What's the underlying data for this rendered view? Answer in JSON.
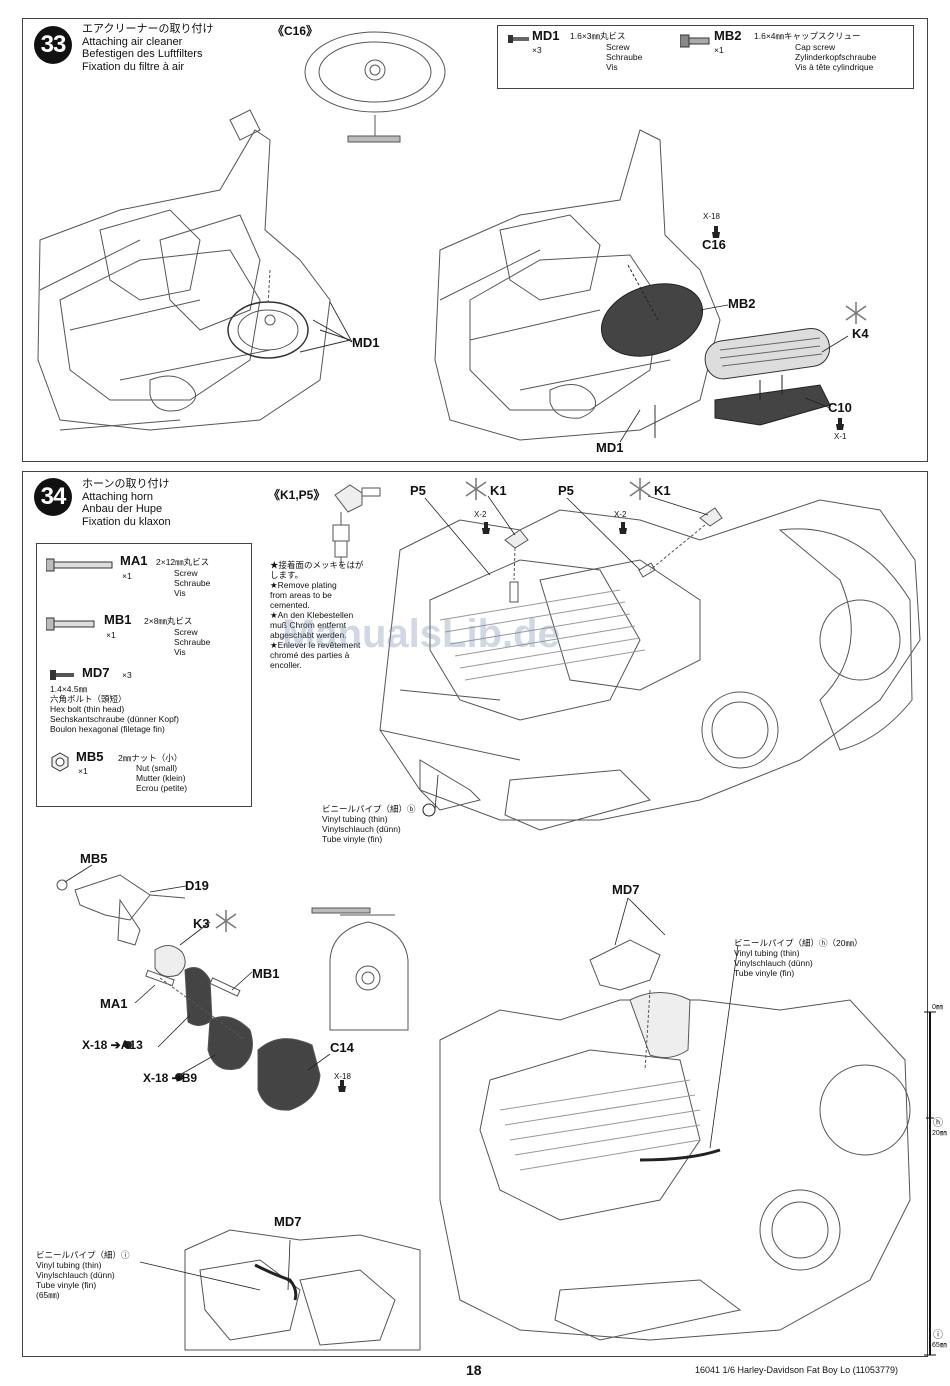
{
  "step33": {
    "number": "33",
    "title_jp": "エアクリーナーの取り付け",
    "title_en": "Attaching air cleaner",
    "title_de": "Befestigen des Luftfilters",
    "title_fr": "Fixation du filtre à air",
    "inset_label": "《C16》",
    "parts": [
      {
        "code": "MD1",
        "spec": "1.6×3㎜丸ビス",
        "qty": "×3",
        "en": "Screw",
        "de": "Schraube",
        "fr": "Vis"
      },
      {
        "code": "MB2",
        "spec": "1.6×4㎜キャップスクリュー",
        "qty": "×1",
        "en": "Cap screw",
        "de": "Zylinderkopfschraube",
        "fr": "Vis à tête cylindrique"
      }
    ],
    "labels": {
      "md1_left": "MD1",
      "x18": "X-18",
      "c16": "C16",
      "mb2": "MB2",
      "k4": "K4",
      "c10": "C10",
      "x1": "X-1",
      "md1_right": "MD1"
    }
  },
  "step34": {
    "number": "34",
    "title_jp": "ホーンの取り付け",
    "title_en": "Attaching horn",
    "title_de": "Anbau der Hupe",
    "title_fr": "Fixation du klaxon",
    "inset_label": "《K1,P5》",
    "parts": [
      {
        "code": "MA1",
        "spec": "2×12㎜丸ビス",
        "qty": "×1",
        "en": "Screw",
        "de": "Schraube",
        "fr": "Vis"
      },
      {
        "code": "MB1",
        "spec": "2×8㎜丸ビス",
        "qty": "×1",
        "en": "Screw",
        "de": "Schraube",
        "fr": "Vis"
      },
      {
        "code": "MD7",
        "spec": "1.4×4.5㎜",
        "qty": "×3",
        "jp": "六角ボルト（頭短）",
        "en": "Hex bolt (thin head)",
        "de": "Sechskantschraube (dünner Kopf)",
        "fr": "Boulon hexagonal (filetage fin)"
      },
      {
        "code": "MB5",
        "spec": "2㎜ナット（小）",
        "qty": "×1",
        "en": "Nut (small)",
        "de": "Mutter (klein)",
        "fr": "Ecrou (petite)"
      }
    ],
    "plating_note": [
      "★接着面のメッキをはが",
      "します。",
      "★Remove plating",
      "from areas to be",
      "cemented.",
      "★An den Klebestellen",
      "muß Chrom entfernt",
      "abgeschabt werden.",
      "★Enlever le revêtement",
      "chromé des parties à",
      "encoller."
    ],
    "vinyl_b": [
      "ビニールパイプ（細）ⓑ",
      "Vinyl tubing (thin)",
      "Vinylschlauch (dünn)",
      "Tube vinyle (fin)"
    ],
    "vinyl_h": [
      "ビニールパイプ（細）ⓗ（20㎜）",
      "Vinyl tubing (thin)",
      "Vinylschlauch (dünn)",
      "Tube vinyle (fin)"
    ],
    "vinyl_i": [
      "ビニールパイプ（細）ⓘ",
      "Vinyl tubing (thin)",
      "Vinylschlauch (dünn)",
      "Tube vinyle (fin)",
      "(65㎜)"
    ],
    "labels": {
      "p5a": "P5",
      "k1a": "K1",
      "x2a": "X-2",
      "p5b": "P5",
      "k1b": "K1",
      "x2b": "X-2",
      "mb5": "MB5",
      "d19": "D19",
      "k3": "K3",
      "mb1": "MB1",
      "ma1": "MA1",
      "a13": "X-18 ➔A13",
      "b9": "X-18 ➔B9",
      "c14": "C14",
      "x18": "X-18",
      "md7_top": "MD7",
      "md7_bottom": "MD7"
    }
  },
  "ruler": {
    "top": "0㎜",
    "mid_letter": "ⓗ",
    "mid_value": "20㎜",
    "bottom_letter": "ⓘ",
    "bottom_value": "65㎜"
  },
  "footer": {
    "page": "18",
    "text": "16041  1/6 Harley-Davidson Fat Boy Lo (11053779)"
  },
  "watermark": "ManualsLib.de"
}
